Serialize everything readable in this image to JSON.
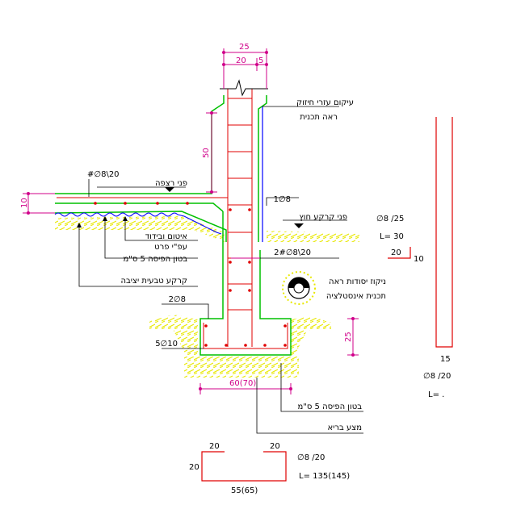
{
  "colors": {
    "concrete": "#00c000",
    "rebar": "#e00000",
    "dimension": "#d0008a",
    "blue_bar": "#0000ff",
    "soil_hatch": "#e8e800",
    "text": "#000000",
    "background": "#ffffff"
  },
  "dims": {
    "top_total": "25",
    "top_left": "20",
    "top_right": "5",
    "wall_height": "50",
    "slab_thickness": "10",
    "footing_height": "25",
    "footing_width": "60(70)"
  },
  "labels": {
    "wall_bars": "עיקום עזרי חיזוק",
    "wall_bars_sub": "ראה תכנית",
    "floor_surface": "פני רצפה",
    "slab_bars": "#∅8\\20",
    "l_bar": "1∅8",
    "ground_surface": "פני קרקע חוץ",
    "stirrups": "2#∅8\\20",
    "membrane_1": "איטום ובידוד",
    "membrane_2": "עפ\"י פרט",
    "blinding_1": "בטון הפיסה 5 ס\"מ",
    "natural_soil": "קרקע טבעית יציבה",
    "drain_1": "ניקוז יסודות ראה",
    "drain_2": "תכנית אינסטלציה",
    "top_bars": "2∅8",
    "bottom_bars": "5∅10",
    "blinding_2": "בטון הפיסה 5 ס\"מ",
    "virgin_soil": "מצע בריא"
  },
  "bar_schedule": [
    {
      "name": "l-bar",
      "spec": "∅8 /25",
      "length": "L= 30",
      "segments": [
        "20",
        "10"
      ]
    },
    {
      "name": "straight-bar",
      "spec": "∅8 /20",
      "length": "L= .",
      "segments": [
        "15"
      ]
    },
    {
      "name": "u-bar",
      "spec": "∅8 /20",
      "length": "L= 135(145)",
      "segments": [
        "20",
        "20",
        "20",
        "55(65)"
      ]
    }
  ]
}
